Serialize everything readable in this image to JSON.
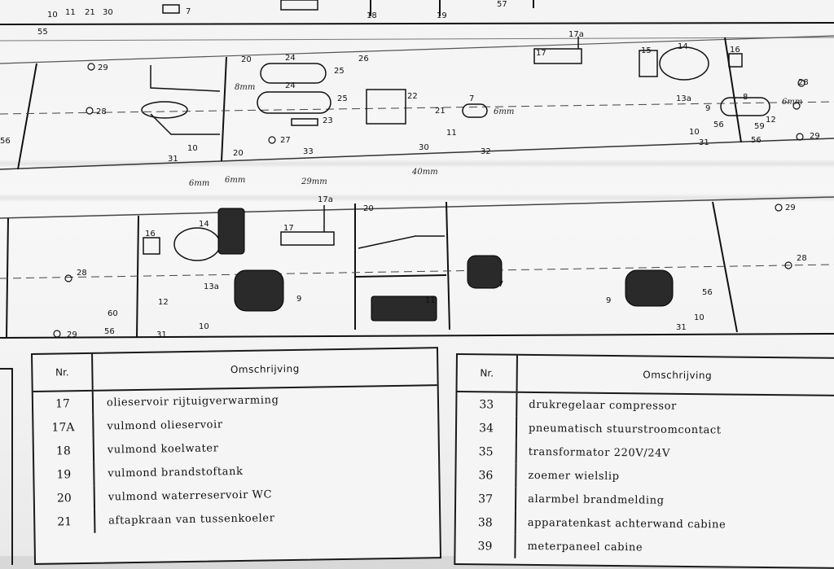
{
  "labels": {
    "top": [
      "10",
      "11",
      "21",
      "30",
      "7",
      "18",
      "19",
      "57",
      "55"
    ],
    "band_a": [
      "29",
      "28",
      "56",
      "20",
      "24",
      "26",
      "25",
      "24",
      "25",
      "22",
      "21",
      "7",
      "23",
      "27",
      "33",
      "11",
      "30",
      "32",
      "31",
      "10",
      "20",
      "17",
      "17a",
      "15",
      "14",
      "16",
      "28",
      "8",
      "13a",
      "9",
      "12",
      "56",
      "59",
      "10",
      "31",
      "56",
      "29"
    ],
    "band_a_hand": [
      "8mm",
      "6mm",
      "6mm",
      "6mm",
      "29mm",
      "40mm",
      "6mm"
    ],
    "band_b": [
      "20",
      "17a",
      "17",
      "14",
      "16",
      "28",
      "29",
      "28",
      "13a",
      "9",
      "12",
      "60",
      "56",
      "29",
      "31",
      "10",
      "11",
      "7",
      "9",
      "56",
      "10",
      "31"
    ]
  },
  "table_left": {
    "header_nr": "Nr.",
    "header_desc": "Omschrijving",
    "rows": [
      {
        "nr": "17",
        "desc": "olieservoir rijtuigverwarming"
      },
      {
        "nr": "17A",
        "desc": "vulmond olieservoir"
      },
      {
        "nr": "18",
        "desc": "vulmond koelwater"
      },
      {
        "nr": "19",
        "desc": "vulmond brandstoftank"
      },
      {
        "nr": "20",
        "desc": "vulmond waterreservoir WC"
      },
      {
        "nr": "21",
        "desc": "aftapkraan van tussenkoeler"
      }
    ]
  },
  "table_right": {
    "header_nr": "Nr.",
    "header_desc": "Omschrijving",
    "rows": [
      {
        "nr": "33",
        "desc": "drukregelaar compressor"
      },
      {
        "nr": "34",
        "desc": "pneumatisch stuurstroomcontact"
      },
      {
        "nr": "35",
        "desc": "transformator 220V/24V"
      },
      {
        "nr": "36",
        "desc": "zoemer wielslip"
      },
      {
        "nr": "37",
        "desc": "alarmbel brandmelding"
      },
      {
        "nr": "38",
        "desc": "apparatenkast achterwand cabine"
      },
      {
        "nr": "39",
        "desc": "meterpaneel cabine"
      }
    ]
  }
}
